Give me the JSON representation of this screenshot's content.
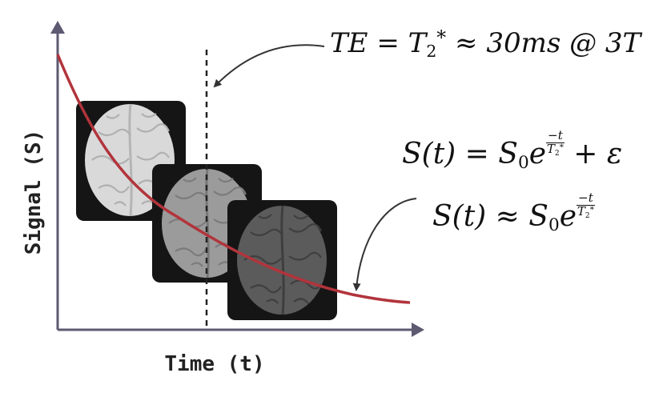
{
  "axes": {
    "y_label": "Signal (S)",
    "x_label": "Time (t)"
  },
  "annotations": {
    "te_lhs": "TE",
    "te_eq": "=",
    "te_t": "T",
    "te_sub": "2",
    "te_star": "*",
    "te_approx": "≈",
    "te_value": "30ms @ 3T"
  },
  "equations": {
    "s_t": "S(t)",
    "eq_sign": "=",
    "approx_sign": "≈",
    "s0": "S",
    "s0_sub": "0",
    "e": "e",
    "exp_num": "−t",
    "exp_den_t": "T",
    "exp_den_sub": "2",
    "exp_den_star": "*",
    "plus": "+",
    "epsilon": "ε"
  },
  "colors": {
    "curve": "#b2343c",
    "axis": "#5e5a72",
    "brain_tiles": [
      "#d8d8d8",
      "#9a9a9a",
      "#5a5a5a"
    ],
    "tile_background": "#151515"
  },
  "icons": [
    "brain-icon",
    "curved-arrow-icon",
    "dashed-line"
  ]
}
